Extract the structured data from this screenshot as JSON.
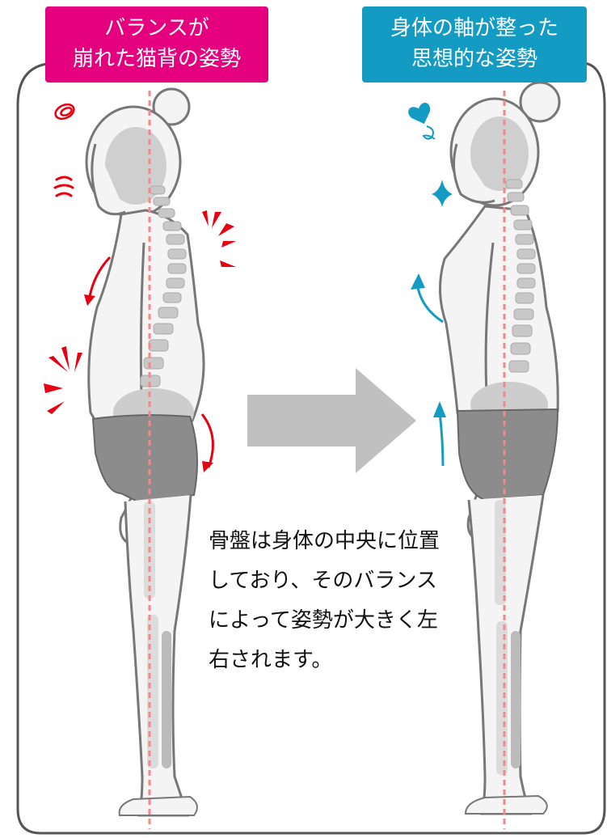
{
  "labels": {
    "bad_posture": [
      "バランスが",
      "崩れた猫背の姿勢"
    ],
    "good_posture": [
      "身体の軸が整った",
      "思想的な姿勢"
    ]
  },
  "caption": [
    "骨盤は身体の中央に位置",
    "しており、そのバランス",
    "によって姿勢が大きく左",
    "右されます。"
  ],
  "colors": {
    "bad_accent": "#e5007e",
    "good_accent": "#149bc3",
    "warning_red": "#e60012",
    "axis_line": "#f08a8a",
    "arrow_gray": "#c0c0c0",
    "frame": "#555555"
  },
  "icons": {
    "bad": [
      "dizzy-swirl-icon",
      "sigh-icon",
      "stress-marks-icon",
      "down-arrow-icon"
    ],
    "good": [
      "heart-icon",
      "sparkle-icon",
      "up-arrow-icon"
    ],
    "transition": "right-arrow-icon"
  }
}
